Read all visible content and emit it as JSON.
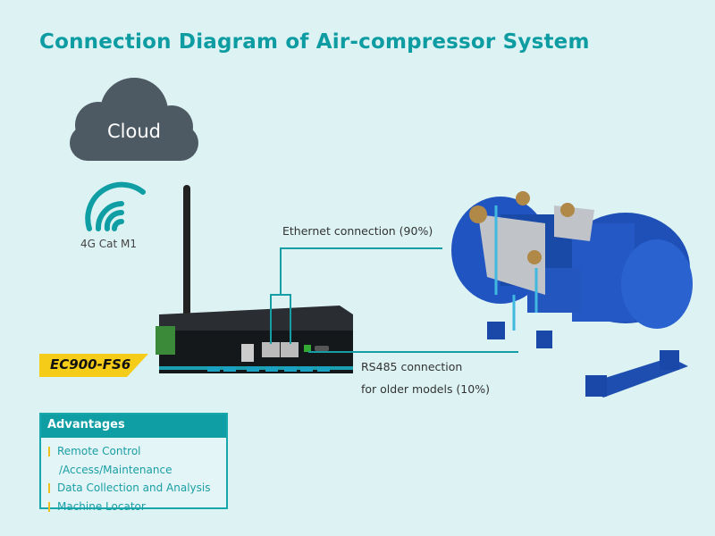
{
  "title": "Connection Diagram of Air-compressor System",
  "cloud": {
    "label": "Cloud",
    "icon": "cloud-icon"
  },
  "wireless": {
    "label": "4G Cat M1",
    "icon": "wifi-signal-icon"
  },
  "device": {
    "model": "EC900-FS6"
  },
  "connections": {
    "ethernet": "Ethernet connection (90%)",
    "rs485_line1": "RS485 connection",
    "rs485_line2": "for older models (10%)"
  },
  "advantages": {
    "heading": "Advantages",
    "items": [
      "Remote Control",
      "/Access/Maintenance",
      "Data Collection and Analysis",
      "Machine Locator"
    ]
  },
  "colors": {
    "accent": "#0e9ea4",
    "background": "#dcf2f3",
    "model_tag": "#f5cc18",
    "bullet": "#f0c020"
  }
}
